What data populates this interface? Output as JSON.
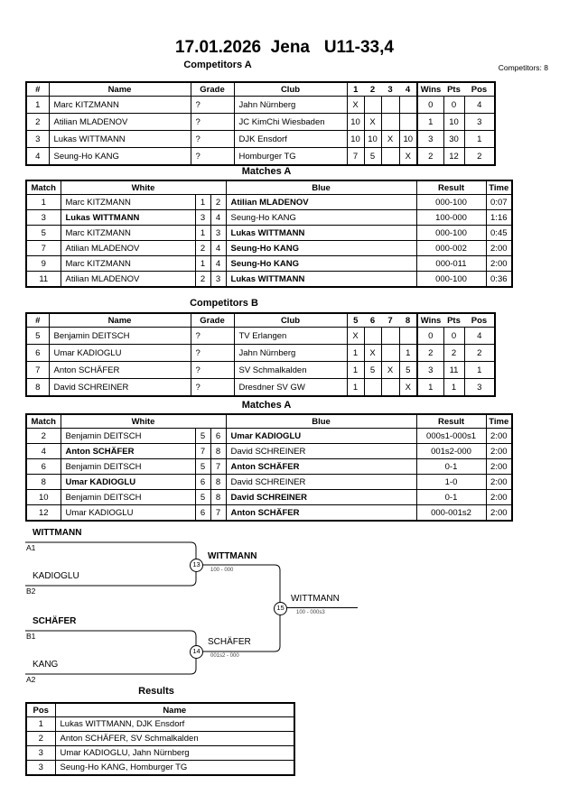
{
  "title": "17.01.2026  Jena   U11-33,4",
  "competitors_count_label": "Competitors: 8",
  "sections": {
    "competitors_a": {
      "heading": "Competitors A",
      "headers": [
        "#",
        "Name",
        "Grade",
        "Club",
        "1",
        "2",
        "3",
        "4",
        "Wins",
        "Pts",
        "Pos"
      ],
      "rows": [
        {
          "num": "1",
          "name": "Marc KITZMANN",
          "grade": "?",
          "club": "Jahn Nürnberg",
          "results": [
            "X",
            "",
            "",
            ""
          ],
          "wins": "0",
          "pts": "0",
          "pos": "4"
        },
        {
          "num": "2",
          "name": "Atilian MLADENOV",
          "grade": "?",
          "club": "JC KimChi Wiesbaden",
          "results": [
            "10",
            "X",
            "",
            ""
          ],
          "wins": "1",
          "pts": "10",
          "pos": "3"
        },
        {
          "num": "3",
          "name": "Lukas WITTMANN",
          "grade": "?",
          "club": "DJK Ensdorf",
          "results": [
            "10",
            "10",
            "X",
            "10"
          ],
          "wins": "3",
          "pts": "30",
          "pos": "1"
        },
        {
          "num": "4",
          "name": "Seung-Ho KANG",
          "grade": "?",
          "club": "Homburger TG",
          "results": [
            "7",
            "5",
            "",
            "X"
          ],
          "wins": "2",
          "pts": "12",
          "pos": "2"
        }
      ]
    },
    "matches_a": {
      "heading": "Matches A",
      "headers": [
        "Match",
        "White",
        "Blue",
        "Result",
        "Time"
      ],
      "rows": [
        {
          "match": "1",
          "white": "Marc KITZMANN",
          "white_bold": false,
          "white_num": "1",
          "blue_num": "2",
          "blue": "Atilian MLADENOV",
          "blue_bold": true,
          "result": "000-100",
          "time": "0:07"
        },
        {
          "match": "3",
          "white": "Lukas WITTMANN",
          "white_bold": true,
          "white_num": "3",
          "blue_num": "4",
          "blue": "Seung-Ho KANG",
          "blue_bold": false,
          "result": "100-000",
          "time": "1:16"
        },
        {
          "match": "5",
          "white": "Marc KITZMANN",
          "white_bold": false,
          "white_num": "1",
          "blue_num": "3",
          "blue": "Lukas WITTMANN",
          "blue_bold": true,
          "result": "000-100",
          "time": "0:45"
        },
        {
          "match": "7",
          "white": "Atilian MLADENOV",
          "white_bold": false,
          "white_num": "2",
          "blue_num": "4",
          "blue": "Seung-Ho KANG",
          "blue_bold": true,
          "result": "000-002",
          "time": "2:00"
        },
        {
          "match": "9",
          "white": "Marc KITZMANN",
          "white_bold": false,
          "white_num": "1",
          "blue_num": "4",
          "blue": "Seung-Ho KANG",
          "blue_bold": true,
          "result": "000-011",
          "time": "2:00"
        },
        {
          "match": "11",
          "white": "Atilian MLADENOV",
          "white_bold": false,
          "white_num": "2",
          "blue_num": "3",
          "blue": "Lukas WITTMANN",
          "blue_bold": true,
          "result": "000-100",
          "time": "0:36"
        }
      ]
    },
    "competitors_b": {
      "heading": "Competitors B",
      "headers": [
        "#",
        "Name",
        "Grade",
        "Club",
        "5",
        "6",
        "7",
        "8",
        "Wins",
        "Pts",
        "Pos"
      ],
      "rows": [
        {
          "num": "5",
          "name": "Benjamin DEITSCH",
          "grade": "?",
          "club": "TV Erlangen",
          "results": [
            "X",
            "",
            "",
            ""
          ],
          "wins": "0",
          "pts": "0",
          "pos": "4"
        },
        {
          "num": "6",
          "name": "Umar KADIOGLU",
          "grade": "?",
          "club": "Jahn Nürnberg",
          "results": [
            "1",
            "X",
            "",
            "1"
          ],
          "wins": "2",
          "pts": "2",
          "pos": "2"
        },
        {
          "num": "7",
          "name": "Anton SCHÄFER",
          "grade": "?",
          "club": "SV Schmalkalden",
          "results": [
            "1",
            "5",
            "X",
            "5"
          ],
          "wins": "3",
          "pts": "11",
          "pos": "1"
        },
        {
          "num": "8",
          "name": "David SCHREINER",
          "grade": "?",
          "club": "Dresdner SV GW",
          "results": [
            "1",
            "",
            "",
            "X"
          ],
          "wins": "1",
          "pts": "1",
          "pos": "3"
        }
      ]
    },
    "matches_b": {
      "heading": "Matches A",
      "headers": [
        "Match",
        "White",
        "Blue",
        "Result",
        "Time"
      ],
      "rows": [
        {
          "match": "2",
          "white": "Benjamin DEITSCH",
          "white_bold": false,
          "white_num": "5",
          "blue_num": "6",
          "blue": "Umar KADIOGLU",
          "blue_bold": true,
          "result": "000s1-000s1",
          "time": "2:00"
        },
        {
          "match": "4",
          "white": "Anton SCHÄFER",
          "white_bold": true,
          "white_num": "7",
          "blue_num": "8",
          "blue": "David SCHREINER",
          "blue_bold": false,
          "result": "001s2-000",
          "time": "2:00"
        },
        {
          "match": "6",
          "white": "Benjamin DEITSCH",
          "white_bold": false,
          "white_num": "5",
          "blue_num": "7",
          "blue": "Anton SCHÄFER",
          "blue_bold": true,
          "result": "0-1",
          "time": "2:00"
        },
        {
          "match": "8",
          "white": "Umar KADIOGLU",
          "white_bold": true,
          "white_num": "6",
          "blue_num": "8",
          "blue": "David SCHREINER",
          "blue_bold": false,
          "result": "1-0",
          "time": "2:00"
        },
        {
          "match": "10",
          "white": "Benjamin DEITSCH",
          "white_bold": false,
          "white_num": "5",
          "blue_num": "8",
          "blue": "David SCHREINER",
          "blue_bold": true,
          "result": "0-1",
          "time": "2:00"
        },
        {
          "match": "12",
          "white": "Umar KADIOGLU",
          "white_bold": false,
          "white_num": "6",
          "blue_num": "7",
          "blue": "Anton SCHÄFER",
          "blue_bold": true,
          "result": "000-001s2",
          "time": "2:00"
        }
      ]
    },
    "bracket": {
      "entries": [
        {
          "name": "WITTMANN",
          "seed": "A1",
          "bold": true
        },
        {
          "name": "KADIOGLU",
          "seed": "B2",
          "bold": false
        },
        {
          "name": "SCHÄFER",
          "seed": "B1",
          "bold": true
        },
        {
          "name": "KANG",
          "seed": "A2",
          "bold": false
        }
      ],
      "nodes": [
        {
          "id": "13",
          "winner": "WITTMANN",
          "score": "100 - 000",
          "bold": true
        },
        {
          "id": "14",
          "winner": "SCHÄFER",
          "score": "001s2 - 000",
          "bold": false
        },
        {
          "id": "15",
          "winner": "WITTMANN",
          "score": "100 - 000s3",
          "bold": false
        }
      ]
    },
    "results": {
      "heading": "Results",
      "headers": [
        "Pos",
        "Name"
      ],
      "rows": [
        {
          "pos": "1",
          "name": "Lukas WITTMANN, DJK Ensdorf"
        },
        {
          "pos": "2",
          "name": "Anton SCHÄFER, SV Schmalkalden"
        },
        {
          "pos": "3",
          "name": "Umar KADIOGLU, Jahn Nürnberg"
        },
        {
          "pos": "3",
          "name": "Seung-Ho KANG, Homburger TG"
        }
      ]
    }
  }
}
